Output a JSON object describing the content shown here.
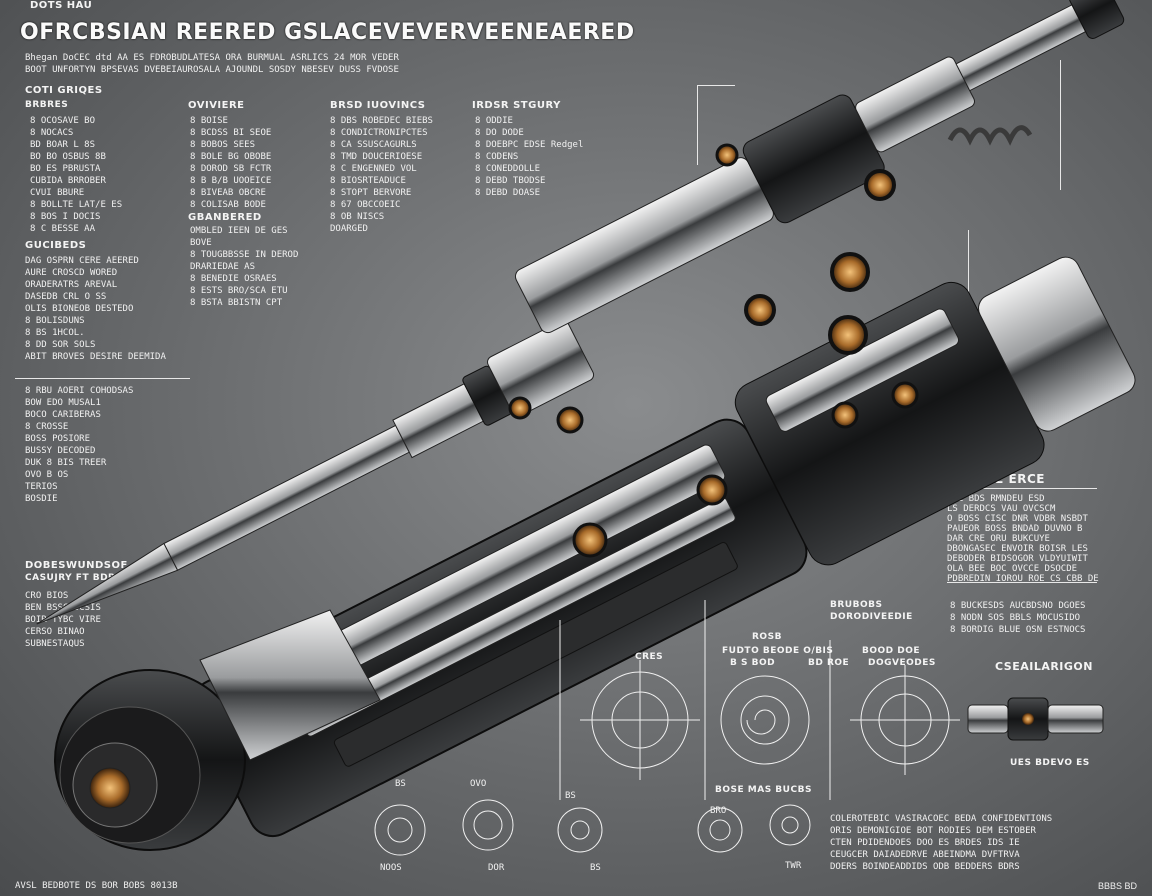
{
  "header": {
    "tag": "DOTS HAU",
    "title": "OFRCBSIAN REERED GSLACEVEVERVEENEAERED",
    "subtitle_lines": [
      "Bhegan DoCEC dtd AA ES FDROBUDLATESA ORA BURMUAL ASRLICS 24 MOR VEDER",
      "BOOT UNFORTYN BPSEVAS DVEBEIAUROSALA AJOUNDL SOSDY NBESEV DUSS FVDOSE"
    ]
  },
  "left_col": {
    "sec1_title": "COTI GRIQES",
    "sec1_sub": "BRBRES",
    "sec1_lines": [
      "8 OCOSAVE BO",
      "8  NOCACS",
      "BD BOAR L 8S",
      "BO  BO OSBUS 8B",
      "BO ES  PBRUSTA",
      "CUBIDA BRROBER",
      "CVUI BBURE",
      "8 BOLLTE LAT/E ES",
      "8  BOS I DOCIS",
      "8 C BESSE AA"
    ],
    "sec2_title": "GUCIBEDS",
    "sec2_lines": [
      "DAG OSPRN CERE AEERED",
      "AURE CROSCD WORED",
      "ORADERATRS AREVAL",
      "DASEDB CRL O SS",
      "OLIS BIONEOB DESTEDO",
      "8 BOLISDUNS",
      "8 BS 1HCOL.",
      "8 DD SOR SOLS",
      "ABIT BROVES DESIRE DEEMIDA"
    ],
    "sec3_lines": [
      "8 RBU  AOERI COHODSAS",
      "BOW EDO MUSAL1",
      "BOCO CARIBERAS",
      "8 CROSSE",
      "BOSS POSIORE",
      "BUSSY DECODED",
      "DUK 8  BIS TREER",
      "OVO B OS",
      "TERIOS",
      "BOSDIE"
    ],
    "sec4_title": "DOBESWUNDSOF",
    "sec4_sub": "CASUJRY FT BDB",
    "sec4_lines": [
      "CRO BIOS",
      "BEN BSSCDOCSIS",
      "BOIR TYBC VIRE",
      "CERSO BINAO",
      "SUBNESTAQUS"
    ]
  },
  "col2": {
    "title": "OVIVIERE",
    "lines": [
      "8 BOISE",
      "8 BCDSS BI SEOE",
      "8 BOBOS  SEES",
      "8 BOLE BG OBOBE",
      "8 DOROD SB FCTR",
      "8 B B/B UOOEICE",
      "8 BIVEAB OBCRE",
      "8 COLISAB BODE"
    ],
    "sec2_title": "GBANBERED",
    "sec2_lines": [
      "OMBLED IEEN  DE GES",
      "BOVE",
      "8 TOUGBBSSE IN DEROD",
      "DRARIEDAE   AS",
      "8 BENEDIE OSRAES",
      "8  ESTS BRO/SCA ETU",
      "8 BSTA BBISTN CPT"
    ]
  },
  "col3": {
    "title": "BRSD IUOVINCS",
    "lines": [
      "8 DBS  ROBEDEC BIEBS",
      "8 CONDICTRONIPCTES",
      "8 CA SSUSCAGURLS",
      "8 TMD DOUCERIOESE",
      "8 C ENGENNED VOL",
      "8 BIOSRTEADUCE",
      "8 STOPT BERVORE",
      "8  67  OBCCOEIC",
      "8  OB NISCS",
      "DOARGED"
    ]
  },
  "col4": {
    "title": "IRDSR STGURY",
    "lines": [
      "8 ODDIE",
      "8 DO DODE",
      "8 DOEBPC EDSE Redgel",
      "8  CODENS",
      "8 CONEDDOLLE",
      "8 DEBD TBODSE",
      "8 DEBD DOASE"
    ]
  },
  "right": {
    "sec_title": "RBBACE ERCE",
    "lines": [
      "PDE  BDS RMNDEU ESD",
      "LS  DERDCS VAU OVCSCM",
      "O BOSS CISC DNR VDBR NSBDT",
      "PAUEOR BOSS BNDAD DUVNO B",
      "DAR CRE ORU BUKCUYE",
      "DBONGASEC ENVOIR BOISR LES",
      "DEBODER BIDSOGOR VLDYUIWIT",
      "OLA BEE BOC OVCCE DSOCDE",
      "PDBREDIN IOROU  ROE CS CBB DE"
    ],
    "bottom_lines": [
      "COLEROTEBIC VASIRACOEC BEDA CONFIDENTIONS",
      "ORIS DEMONIGIOE BOT RODIES DEM ESTOBER",
      "CTEN PDIDENDOES DOO ES BRDES IDS IE",
      "CEUGCER DAIADEDRVE ABEINDMA DVFTRVA",
      "DOERS BOINDEADDIDS ODB BEDDERS BDRS"
    ]
  },
  "views": {
    "label_a": "BRUBOBS",
    "label_a2": "DORODIVEEDIE",
    "label_b": "ROSB",
    "label_c": "FUDTO  BEODE O/BIS",
    "label_c2": "B S  BOD",
    "label_c3": "BD ROE",
    "label_d": "BOOD  DOE",
    "label_d2": "DOGVEODES",
    "label_e": "CRES",
    "label_f": "CSEAILARIGON",
    "label_g": "UES BDEVO ES",
    "label_h": "BOSE MAS BUCBS",
    "right_lines": [
      "8  BUCKESDS AUCBDSNO DGOES",
      "8  NODN SOS BBLS MOCUSIDO",
      "8  BORDIG  BLUE OSN ESTNOCS"
    ]
  },
  "bottom_labels": [
    "BS",
    "NOOS",
    "OVO",
    "DOR",
    "BS",
    "BS",
    "BRO",
    "TWR"
  ],
  "footer": {
    "left": "AVSL BEDBOTE DS BOR BOBS 8013B",
    "right": "BBBS BD"
  }
}
